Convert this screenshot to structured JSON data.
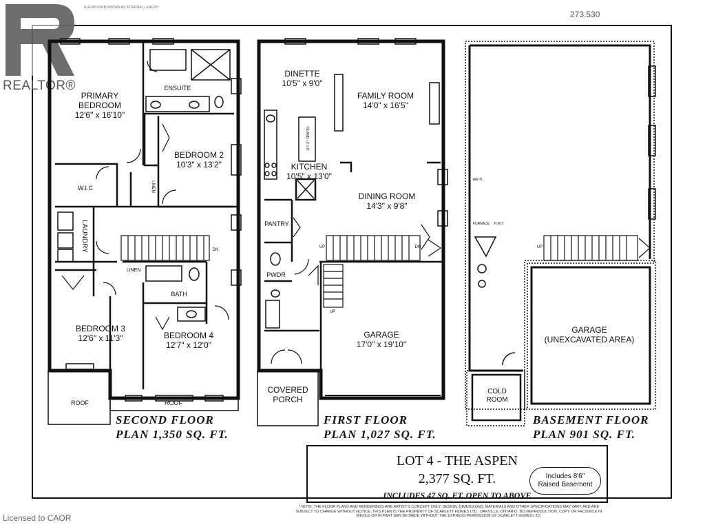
{
  "header": {
    "plan_number": "273.530",
    "top_label": "ELEVATION B SHOWN AS INTERNAL LENGTH"
  },
  "logo": {
    "text": "REALTOR®",
    "icon": "realtor-r-logo-icon",
    "color": "#555555"
  },
  "second_floor": {
    "rooms": [
      {
        "name": "PRIMARY\nBEDROOM",
        "size": "12'6\" x 16'10\""
      },
      {
        "name": "ENSUITE",
        "size": ""
      },
      {
        "name": "BEDROOM 2",
        "size": "10'3\" x 13'2\""
      },
      {
        "name": "W.I.C",
        "size": ""
      },
      {
        "name": "LINEN",
        "size": ""
      },
      {
        "name": "LAUNDRY",
        "size": ""
      },
      {
        "name": "LINEN",
        "size": ""
      },
      {
        "name": "BATH",
        "size": ""
      },
      {
        "name": "BEDROOM 3",
        "size": "12'6\" x 11'3\""
      },
      {
        "name": "BEDROOM 4",
        "size": "12'7\" x 12'0\""
      },
      {
        "name": "ROOF",
        "size": ""
      },
      {
        "name": "ROOF",
        "size": ""
      }
    ],
    "dn_label": "DN",
    "caption_line1": "SECOND FLOOR",
    "caption_line2": "PLAN 1,350 SQ. FT."
  },
  "first_floor": {
    "rooms": [
      {
        "name": "DINETTE",
        "size": "10'5\" x 9'0\""
      },
      {
        "name": "FAMILY ROOM",
        "size": "14'0\" x 16'5\""
      },
      {
        "name": "ISLAND - 2' x 8'",
        "size": ""
      },
      {
        "name": "KITCHEN",
        "size": "10'5\" x 13'0\""
      },
      {
        "name": "DINING ROOM",
        "size": "14'3\" x 9'8\""
      },
      {
        "name": "PANTRY",
        "size": ""
      },
      {
        "name": "PWDR",
        "size": ""
      },
      {
        "name": "GARAGE",
        "size": "17'0\" x 19'10\""
      },
      {
        "name": "COVERED\nPORCH",
        "size": ""
      }
    ],
    "up_labels": [
      "UP",
      "DN",
      "UP"
    ],
    "caption_line1": "FIRST FLOOR",
    "caption_line2": "PLAN 1,027 SQ. FT."
  },
  "basement_floor": {
    "rooms": [
      {
        "name": "GARAGE\n(UNEXCAVATED AREA)",
        "size": ""
      },
      {
        "name": "COLD\nROOM",
        "size": ""
      },
      {
        "name": "FURNACE",
        "size": ""
      },
      {
        "name": "H.W.T.",
        "size": ""
      },
      {
        "name": "AIR H.",
        "size": ""
      }
    ],
    "up_label": "UP",
    "caption_line1": "BASEMENT FLOOR",
    "caption_line2": "PLAN 901 SQ. FT."
  },
  "title_block": {
    "lot": "LOT 4 - THE ASPEN",
    "area": "2,377 SQ. FT.",
    "open_to_above": "INCLUDES 47 SQ. FT. OPEN TO ABOVE",
    "badge_line1": "Includes 8'6\"",
    "badge_line2": "Raised Basement",
    "disclaimer": "* NOTE: THE FLOOR PLANS AND RENDERINGS ARE ARTIST'S CONCEPT ONLY. DESIGN, DIMENSIONS, MATERIALS AND OTHER SPECIFICATIONS MAY VARY AND ARE SUBJECT TO CHANGE WITHOUT NOTICE. THIS PLAN IS THE PROPERTY OF SCARLETT HOMES LTD., OAKVILLE, ONTARIO. NO REPRODUCTION, COPY OR FACSIMILE IN WHOLE OR IN PART MAY BE MADE WITHOUT THE EXPRESS PERMISSION OF SCARLETT HOMES LTD."
  },
  "footer": {
    "license": "Licensed to CAOR"
  }
}
